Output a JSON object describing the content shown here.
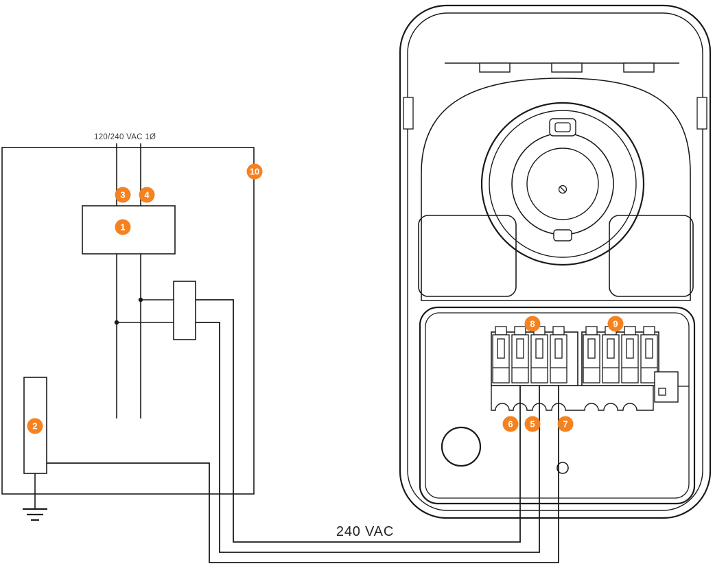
{
  "diagram": {
    "labels": {
      "supply": "120/240 VAC 1Ø",
      "feed": "240 VAC"
    },
    "badges": [
      "1",
      "2",
      "3",
      "4",
      "5",
      "6",
      "7",
      "8",
      "9",
      "10"
    ],
    "colors": {
      "badge": "#F58220",
      "badge_text": "#FFFFFF",
      "line": "#1A1A1A",
      "background": "#FFFFFF"
    },
    "icons": {
      "earth-ground-icon": "⏚"
    }
  }
}
